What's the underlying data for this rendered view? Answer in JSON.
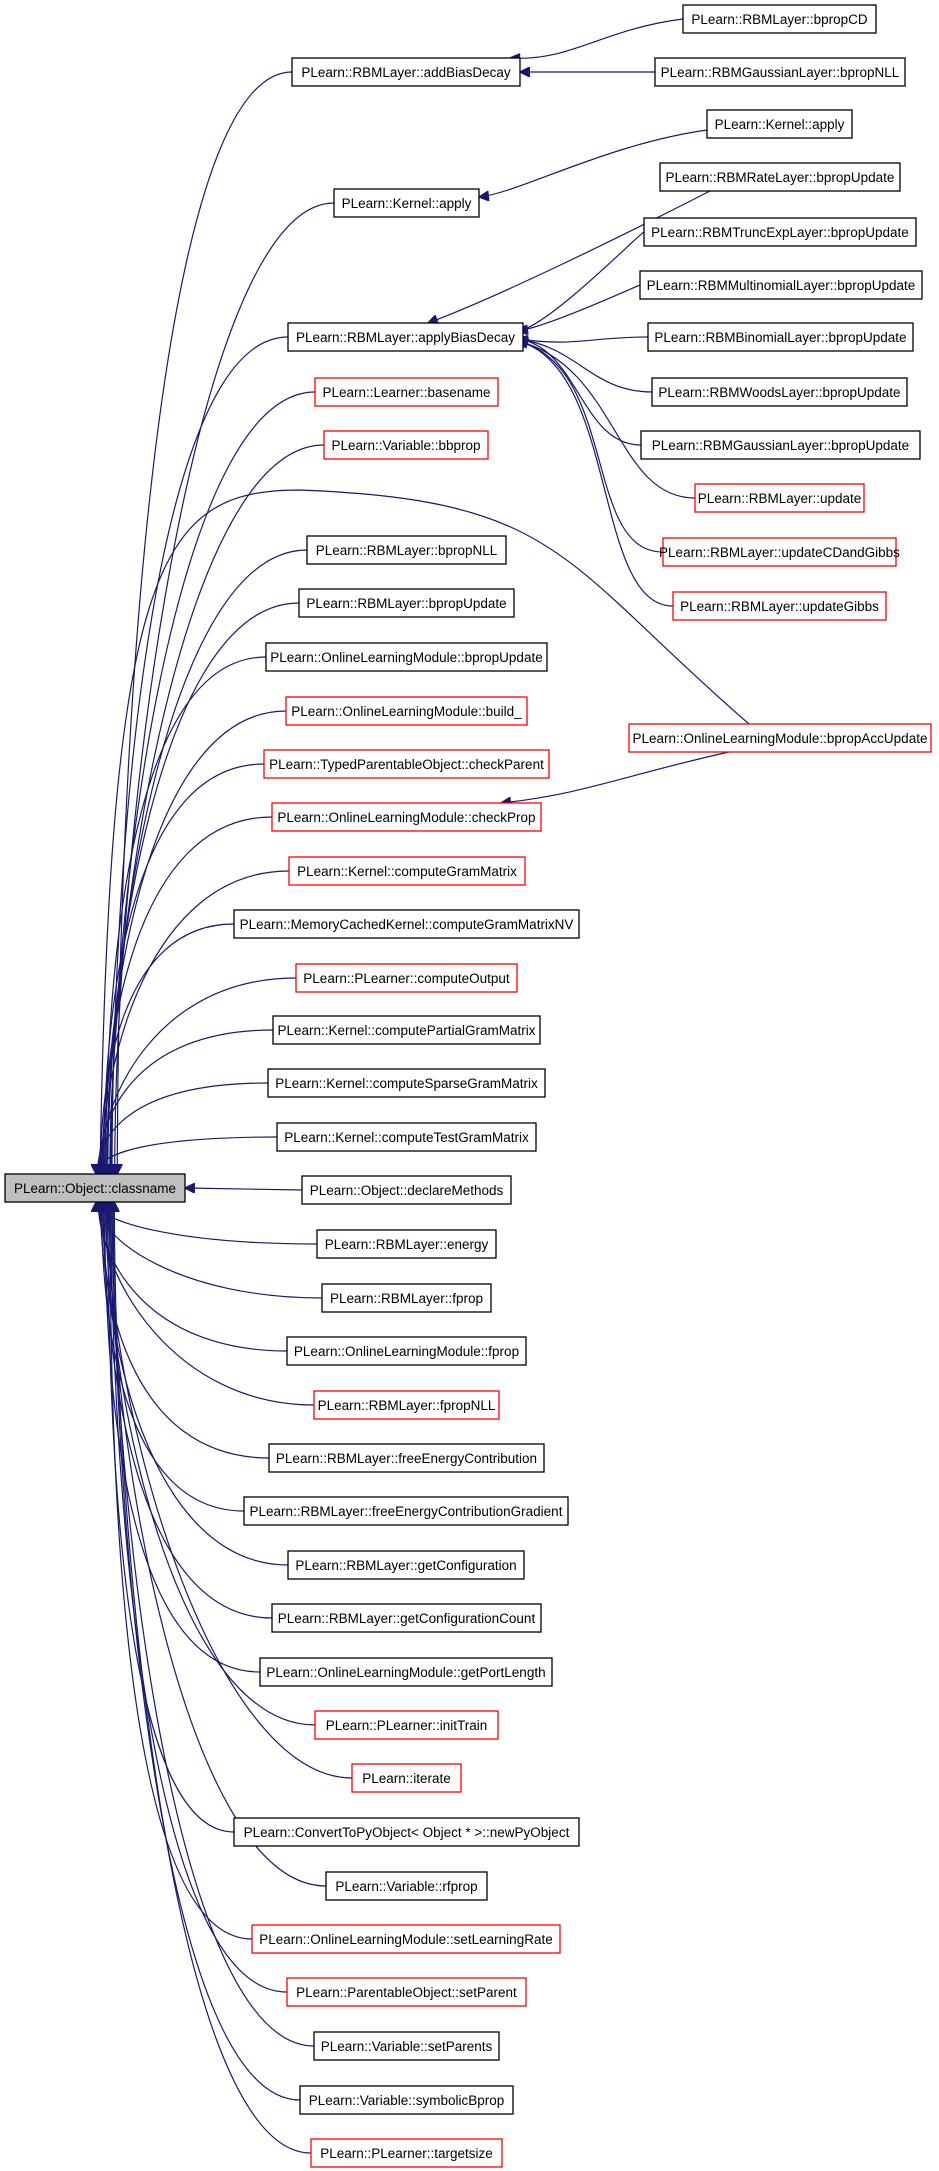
{
  "colors": {
    "edge": "#191970",
    "node_border_black": "#000000",
    "node_border_red": "#ff0000",
    "root_fill": "#bfbfbf",
    "text": "#000000"
  },
  "root": {
    "id": "root",
    "label": "PLearn::Object::classname"
  },
  "nodes": [
    {
      "id": "c_addBiasDecay",
      "label": "PLearn::RBMLayer::addBiasDecay",
      "border": "black"
    },
    {
      "id": "c_kernelApply",
      "label": "PLearn::Kernel::apply",
      "border": "black"
    },
    {
      "id": "c_applyBiasDecay",
      "label": "PLearn::RBMLayer::applyBiasDecay",
      "border": "black"
    },
    {
      "id": "c_basename",
      "label": "PLearn::Learner::basename",
      "border": "red"
    },
    {
      "id": "c_bbprop",
      "label": "PLearn::Variable::bbprop",
      "border": "red"
    },
    {
      "id": "c_bpropNLL",
      "label": "PLearn::RBMLayer::bpropNLL",
      "border": "black"
    },
    {
      "id": "c_bpropUpdate",
      "label": "PLearn::RBMLayer::bpropUpdate",
      "border": "black"
    },
    {
      "id": "c_olmBpropUpdate",
      "label": "PLearn::OnlineLearningModule::bpropUpdate",
      "border": "black"
    },
    {
      "id": "c_build",
      "label": "PLearn::OnlineLearningModule::build_",
      "border": "red"
    },
    {
      "id": "c_checkParent",
      "label": "PLearn::TypedParentableObject::checkParent",
      "border": "red"
    },
    {
      "id": "c_checkProp",
      "label": "PLearn::OnlineLearningModule::checkProp",
      "border": "red"
    },
    {
      "id": "c_computeGramMatrix",
      "label": "PLearn::Kernel::computeGramMatrix",
      "border": "red"
    },
    {
      "id": "c_computeGramMatrixNV",
      "label": "PLearn::MemoryCachedKernel::computeGramMatrixNV",
      "border": "black"
    },
    {
      "id": "c_computeOutput",
      "label": "PLearn::PLearner::computeOutput",
      "border": "red"
    },
    {
      "id": "c_computePartial",
      "label": "PLearn::Kernel::computePartialGramMatrix",
      "border": "black"
    },
    {
      "id": "c_computeSparse",
      "label": "PLearn::Kernel::computeSparseGramMatrix",
      "border": "black"
    },
    {
      "id": "c_computeTest",
      "label": "PLearn::Kernel::computeTestGramMatrix",
      "border": "black"
    },
    {
      "id": "c_declareMethods",
      "label": "PLearn::Object::declareMethods",
      "border": "black"
    },
    {
      "id": "c_energy",
      "label": "PLearn::RBMLayer::energy",
      "border": "black"
    },
    {
      "id": "c_fprop",
      "label": "PLearn::RBMLayer::fprop",
      "border": "black"
    },
    {
      "id": "c_olmFprop",
      "label": "PLearn::OnlineLearningModule::fprop",
      "border": "black"
    },
    {
      "id": "c_fpropNLL",
      "label": "PLearn::RBMLayer::fpropNLL",
      "border": "red"
    },
    {
      "id": "c_freeEnergy",
      "label": "PLearn::RBMLayer::freeEnergyContribution",
      "border": "black"
    },
    {
      "id": "c_freeEnergyGrad",
      "label": "PLearn::RBMLayer::freeEnergyContributionGradient",
      "border": "black"
    },
    {
      "id": "c_getConfig",
      "label": "PLearn::RBMLayer::getConfiguration",
      "border": "black"
    },
    {
      "id": "c_getConfigCount",
      "label": "PLearn::RBMLayer::getConfigurationCount",
      "border": "black"
    },
    {
      "id": "c_getPortLength",
      "label": "PLearn::OnlineLearningModule::getPortLength",
      "border": "black"
    },
    {
      "id": "c_initTrain",
      "label": "PLearn::PLearner::initTrain",
      "border": "red"
    },
    {
      "id": "c_iterate",
      "label": "PLearn::iterate",
      "border": "red"
    },
    {
      "id": "c_newPyObject",
      "label": "PLearn::ConvertToPyObject< Object * >::newPyObject",
      "border": "black"
    },
    {
      "id": "c_rfprop",
      "label": "PLearn::Variable::rfprop",
      "border": "black"
    },
    {
      "id": "c_setLR",
      "label": "PLearn::OnlineLearningModule::setLearningRate",
      "border": "red"
    },
    {
      "id": "c_setParent",
      "label": "PLearn::ParentableObject::setParent",
      "border": "red"
    },
    {
      "id": "c_setParents",
      "label": "PLearn::Variable::setParents",
      "border": "black"
    },
    {
      "id": "c_symbolicBprop",
      "label": "PLearn::Variable::symbolicBprop",
      "border": "black"
    },
    {
      "id": "c_targetsize",
      "label": "PLearn::PLearner::targetsize",
      "border": "red"
    },
    {
      "id": "d_bpropCD",
      "label": "PLearn::RBMLayer::bpropCD",
      "border": "black"
    },
    {
      "id": "d_gaussBpropNLL",
      "label": "PLearn::RBMGaussianLayer::bpropNLL",
      "border": "black"
    },
    {
      "id": "d_kernelApply",
      "label": "PLearn::Kernel::apply",
      "border": "black"
    },
    {
      "id": "d_rateBpropUpdate",
      "label": "PLearn::RBMRateLayer::bpropUpdate",
      "border": "black"
    },
    {
      "id": "d_truncBpropUpdate",
      "label": "PLearn::RBMTruncExpLayer::bpropUpdate",
      "border": "black"
    },
    {
      "id": "d_multiBpropUpdate",
      "label": "PLearn::RBMMultinomialLayer::bpropUpdate",
      "border": "black"
    },
    {
      "id": "d_binomBpropUpdate",
      "label": "PLearn::RBMBinomialLayer::bpropUpdate",
      "border": "black"
    },
    {
      "id": "d_woodsBpropUpdate",
      "label": "PLearn::RBMWoodsLayer::bpropUpdate",
      "border": "black"
    },
    {
      "id": "d_gaussBpropUpdate",
      "label": "PLearn::RBMGaussianLayer::bpropUpdate",
      "border": "black"
    },
    {
      "id": "d_update",
      "label": "PLearn::RBMLayer::update",
      "border": "red"
    },
    {
      "id": "d_updateCD",
      "label": "PLearn::RBMLayer::updateCDandGibbs",
      "border": "red"
    },
    {
      "id": "d_updateGibbs",
      "label": "PLearn::RBMLayer::updateGibbs",
      "border": "red"
    },
    {
      "id": "d_bpropAccUpdate",
      "label": "PLearn::OnlineLearningModule::bpropAccUpdate",
      "border": "red"
    }
  ],
  "edges": [
    {
      "from": "d_bpropCD",
      "to": "c_addBiasDecay"
    },
    {
      "from": "d_gaussBpropNLL",
      "to": "c_addBiasDecay"
    },
    {
      "from": "d_kernelApply",
      "to": "c_kernelApply"
    },
    {
      "from": "d_rateBpropUpdate",
      "to": "c_applyBiasDecay"
    },
    {
      "from": "d_truncBpropUpdate",
      "to": "c_applyBiasDecay"
    },
    {
      "from": "d_multiBpropUpdate",
      "to": "c_applyBiasDecay"
    },
    {
      "from": "d_binomBpropUpdate",
      "to": "c_applyBiasDecay"
    },
    {
      "from": "d_woodsBpropUpdate",
      "to": "c_applyBiasDecay"
    },
    {
      "from": "d_gaussBpropUpdate",
      "to": "c_applyBiasDecay"
    },
    {
      "from": "d_update",
      "to": "c_applyBiasDecay"
    },
    {
      "from": "d_updateCD",
      "to": "c_applyBiasDecay"
    },
    {
      "from": "d_updateGibbs",
      "to": "c_applyBiasDecay"
    },
    {
      "from": "d_bpropAccUpdate",
      "to": "c_checkProp"
    },
    {
      "from": "d_bpropAccUpdate",
      "to": "root"
    }
  ]
}
